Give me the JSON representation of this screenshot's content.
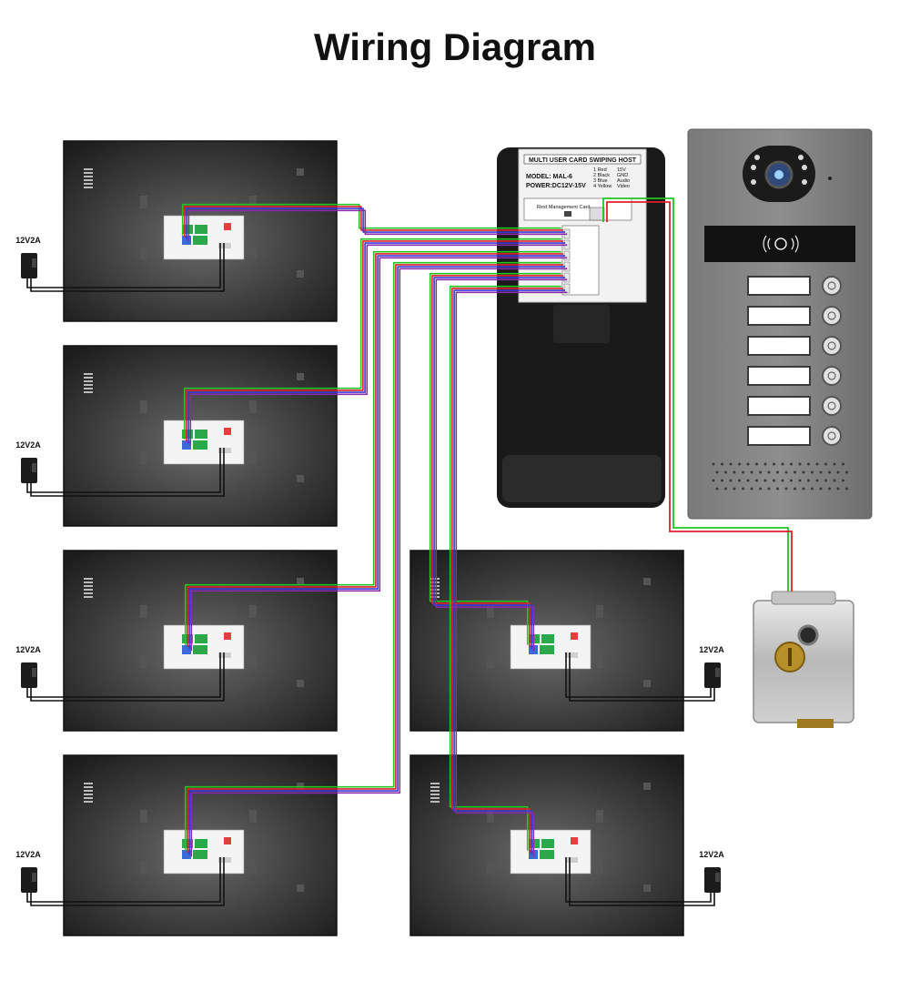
{
  "title": "Wiring Diagram",
  "monitors": [
    {
      "id": "monitor-1",
      "psu_label": "12V2A"
    },
    {
      "id": "monitor-2",
      "psu_label": "12V2A"
    },
    {
      "id": "monitor-3",
      "psu_label": "12V2A"
    },
    {
      "id": "monitor-4",
      "psu_label": "12V2A"
    },
    {
      "id": "monitor-5",
      "psu_label": "12V2A"
    },
    {
      "id": "monitor-6",
      "psu_label": "12V2A"
    }
  ],
  "host": {
    "header": "MULTI USER CARD SWIPING HOST",
    "model": "MODEL: MAL-6",
    "power": "POWER:DC12V-15V",
    "wire_legend": [
      "1 Red",
      "2 Black",
      "3 Blue",
      "4 Yellow"
    ],
    "wire_function": [
      "15V",
      "GND",
      "Audio",
      "Video"
    ],
    "card_label": "Rest Management Card"
  },
  "wire_colors": {
    "green": "#22c322",
    "red": "#e0202a",
    "blue": "#3a3ad8",
    "purple": "#8a2aa8",
    "black": "#111111"
  }
}
